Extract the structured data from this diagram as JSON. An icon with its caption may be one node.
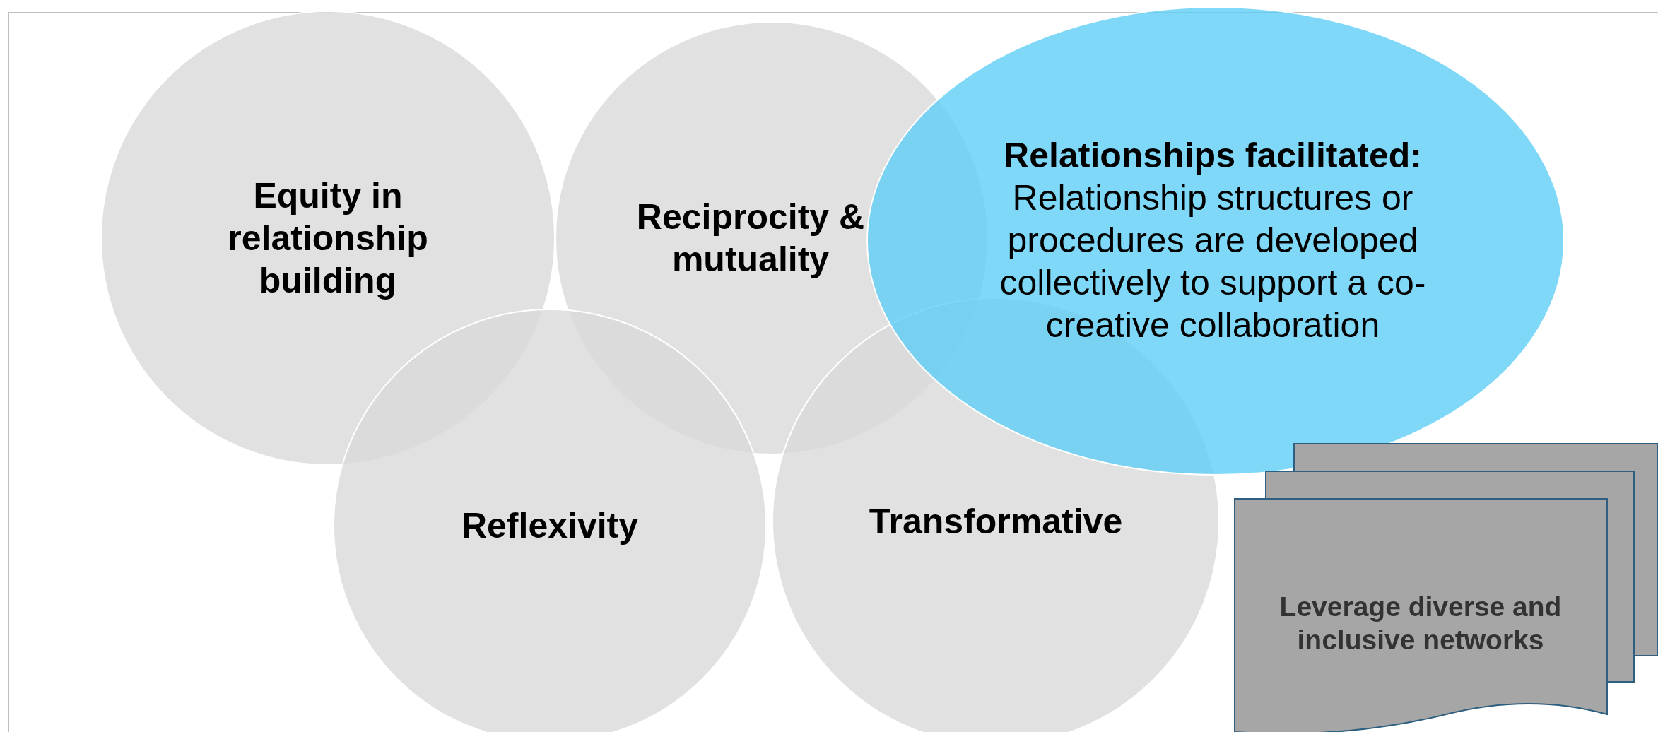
{
  "diagram": {
    "nodes": [
      {
        "text": [
          "Equity in relationship building"
        ]
      },
      {
        "text": [
          "Reciprocity & mutuality"
        ]
      },
      {
        "text": [
          "**Relationships facilitated:** Relationship structures or procedures are developed collectively to support a co-creative collaboration"
        ]
      },
      {
        "text": [
          "Reflexivity"
        ]
      },
      {
        "text": [
          "Transformative"
        ]
      },
      {
        "text": [
          "Leverage diverse and inclusive networks"
        ]
      }
    ]
  }
}
